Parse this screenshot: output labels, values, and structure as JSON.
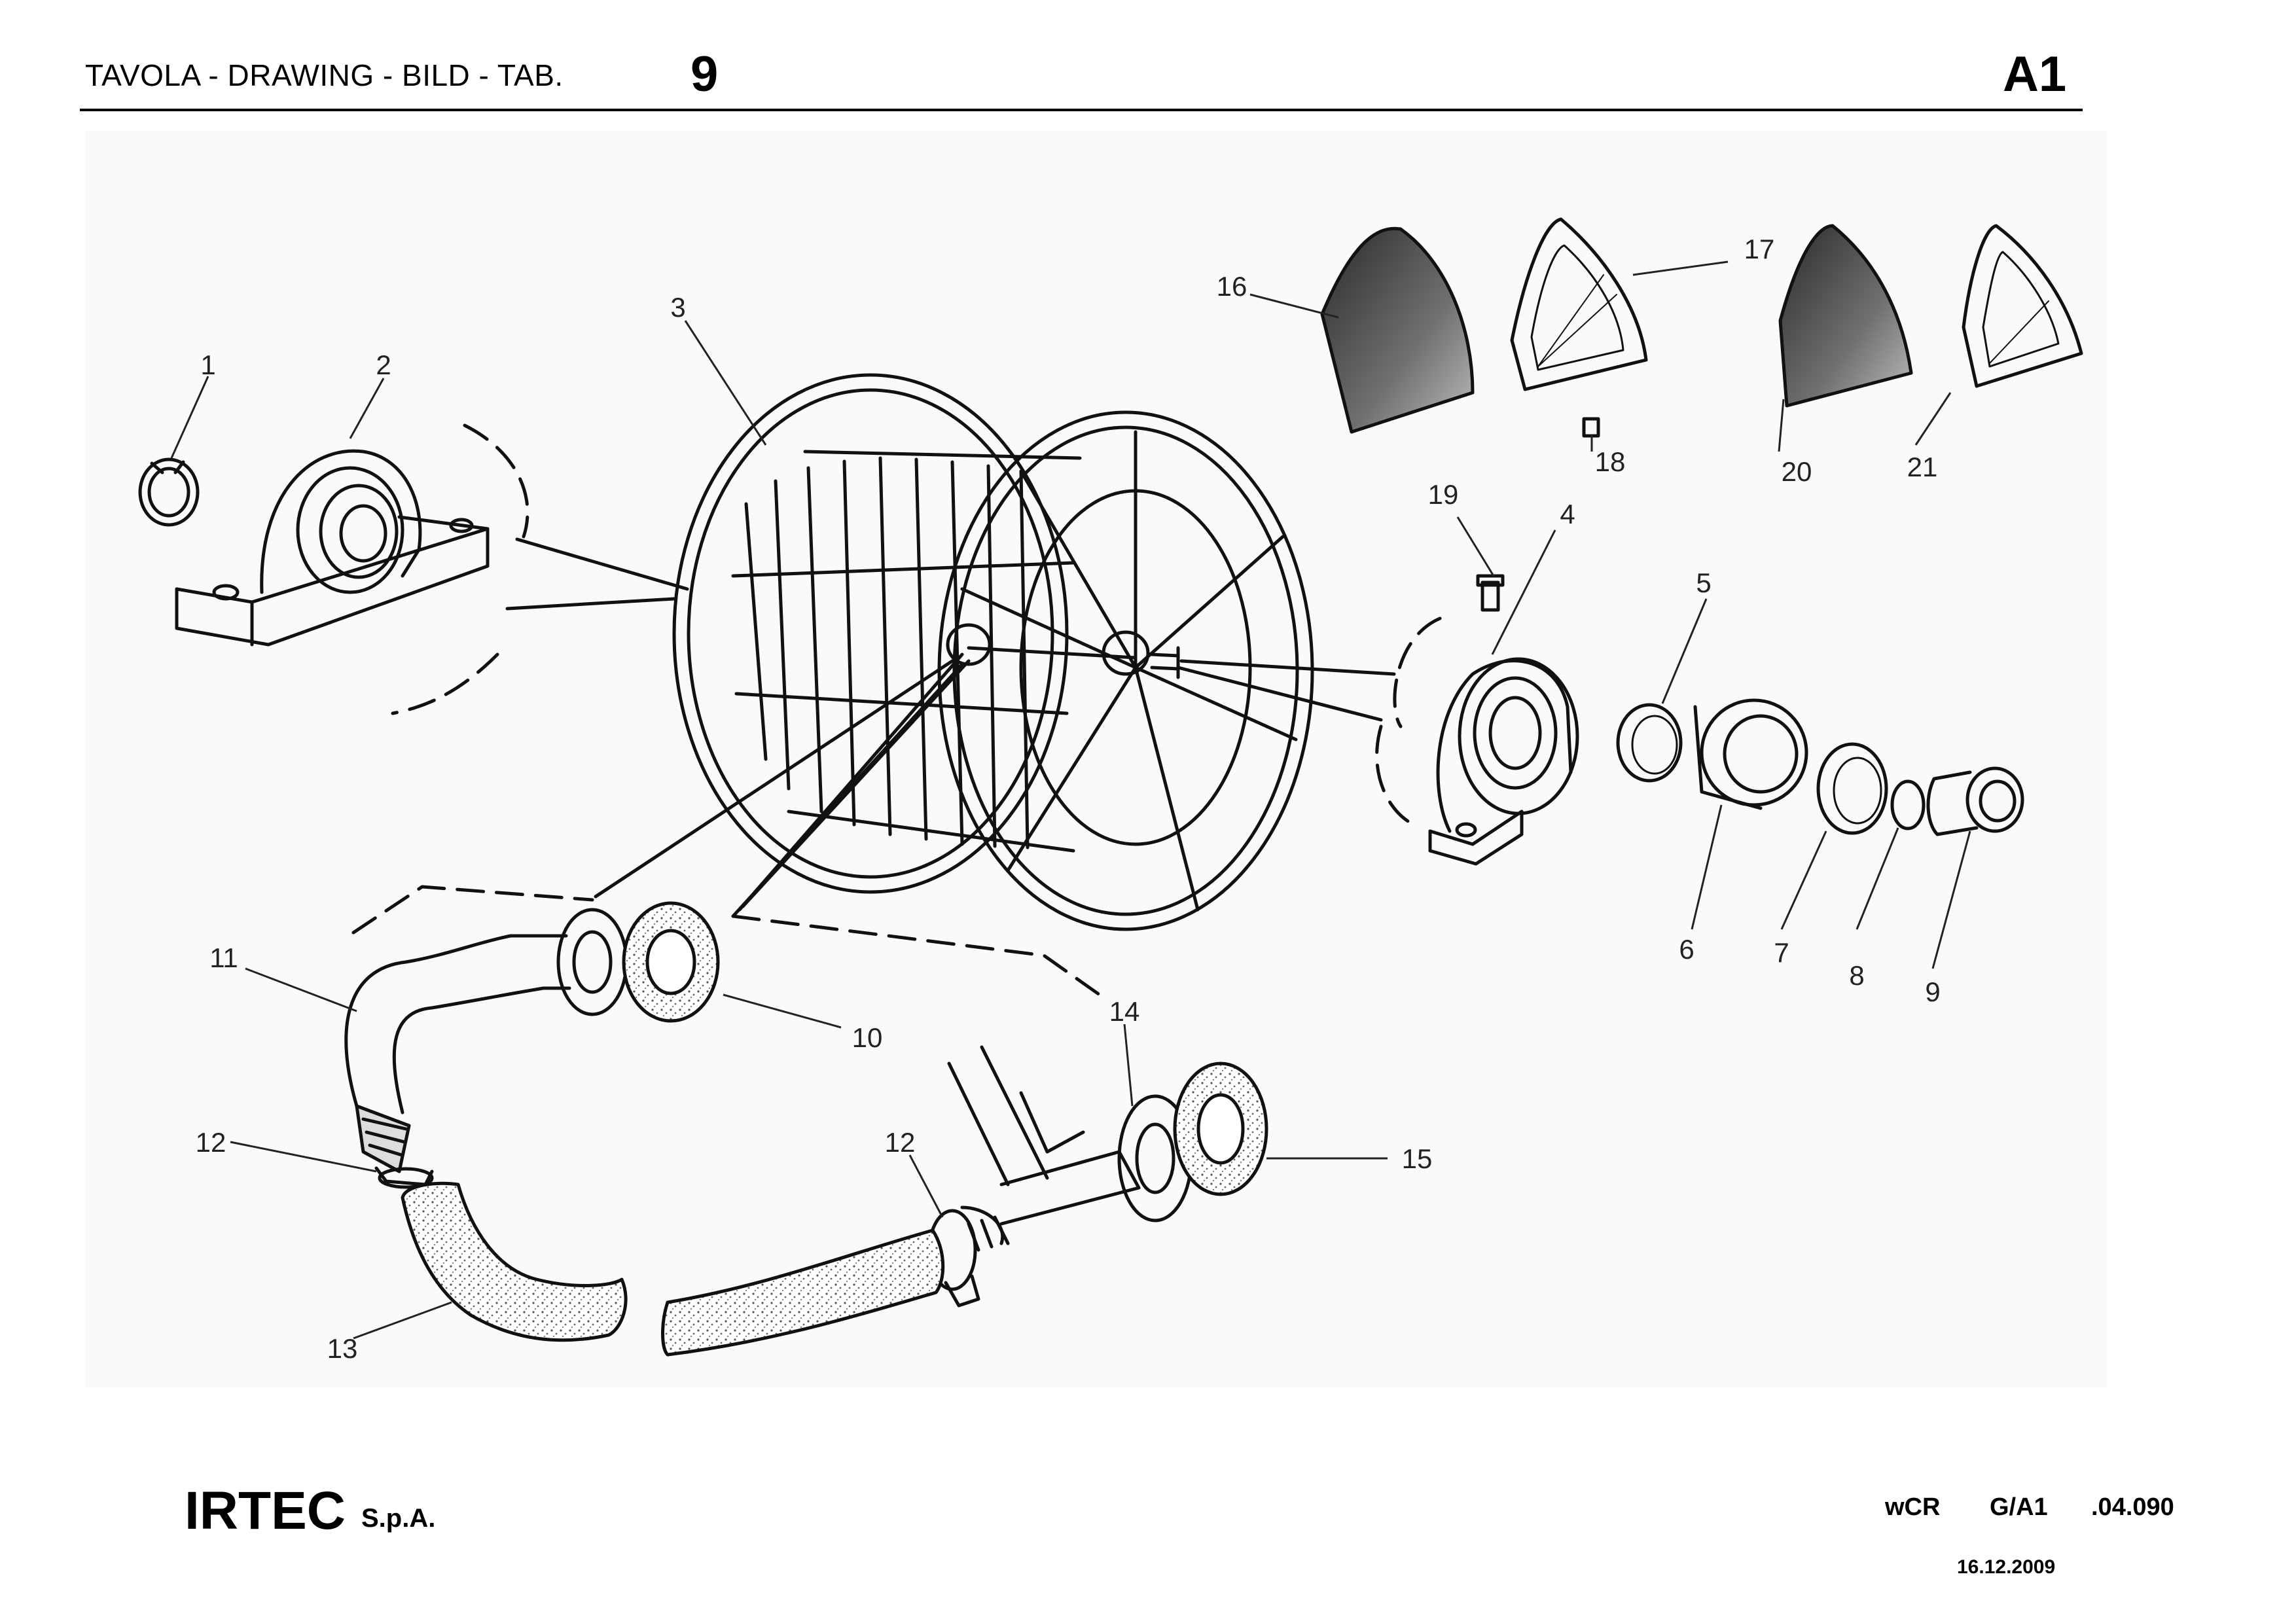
{
  "header": {
    "title": "TAVOLA - DRAWING - BILD - TAB.",
    "table_number": "9",
    "model_code": "A1"
  },
  "callouts": [
    "1",
    "2",
    "3",
    "4",
    "5",
    "6",
    "7",
    "8",
    "9",
    "10",
    "11",
    "12",
    "12",
    "13",
    "14",
    "15",
    "16",
    "17",
    "18",
    "19",
    "20",
    "21"
  ],
  "footer": {
    "company": "IRTEC",
    "company_suffix": "S.p.A.",
    "ref_1": "wCR",
    "ref_2": "G/A1",
    "ref_3": ".04.090",
    "date": "16.12.2009"
  }
}
